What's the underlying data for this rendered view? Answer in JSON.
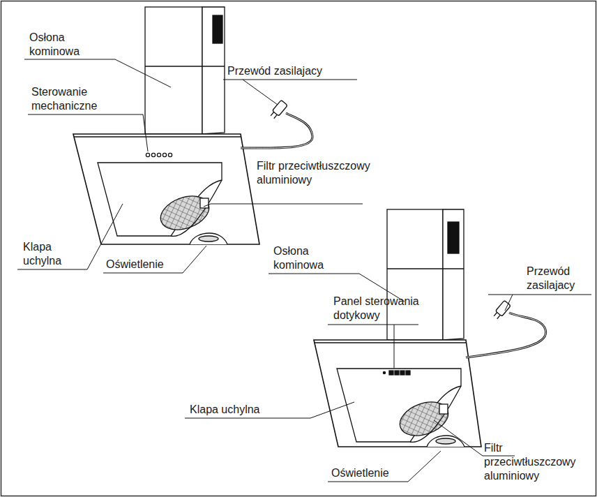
{
  "diagram": {
    "labels": [
      "Osłona kominowa",
      "Przewód zasilajacy",
      "Sterowanie mechaniczne",
      "Filtr przeciwtłuszczowy aluminiowy",
      "Klapa uchylna",
      "Oświetlenie",
      "Osłona kominowa",
      "Przewód zasilajacy",
      "Panel sterowania dotykowy",
      "Klapa uchylna",
      "Filtr przeciwtłuszczowy aluminiowy",
      "Oświetlenie"
    ]
  }
}
